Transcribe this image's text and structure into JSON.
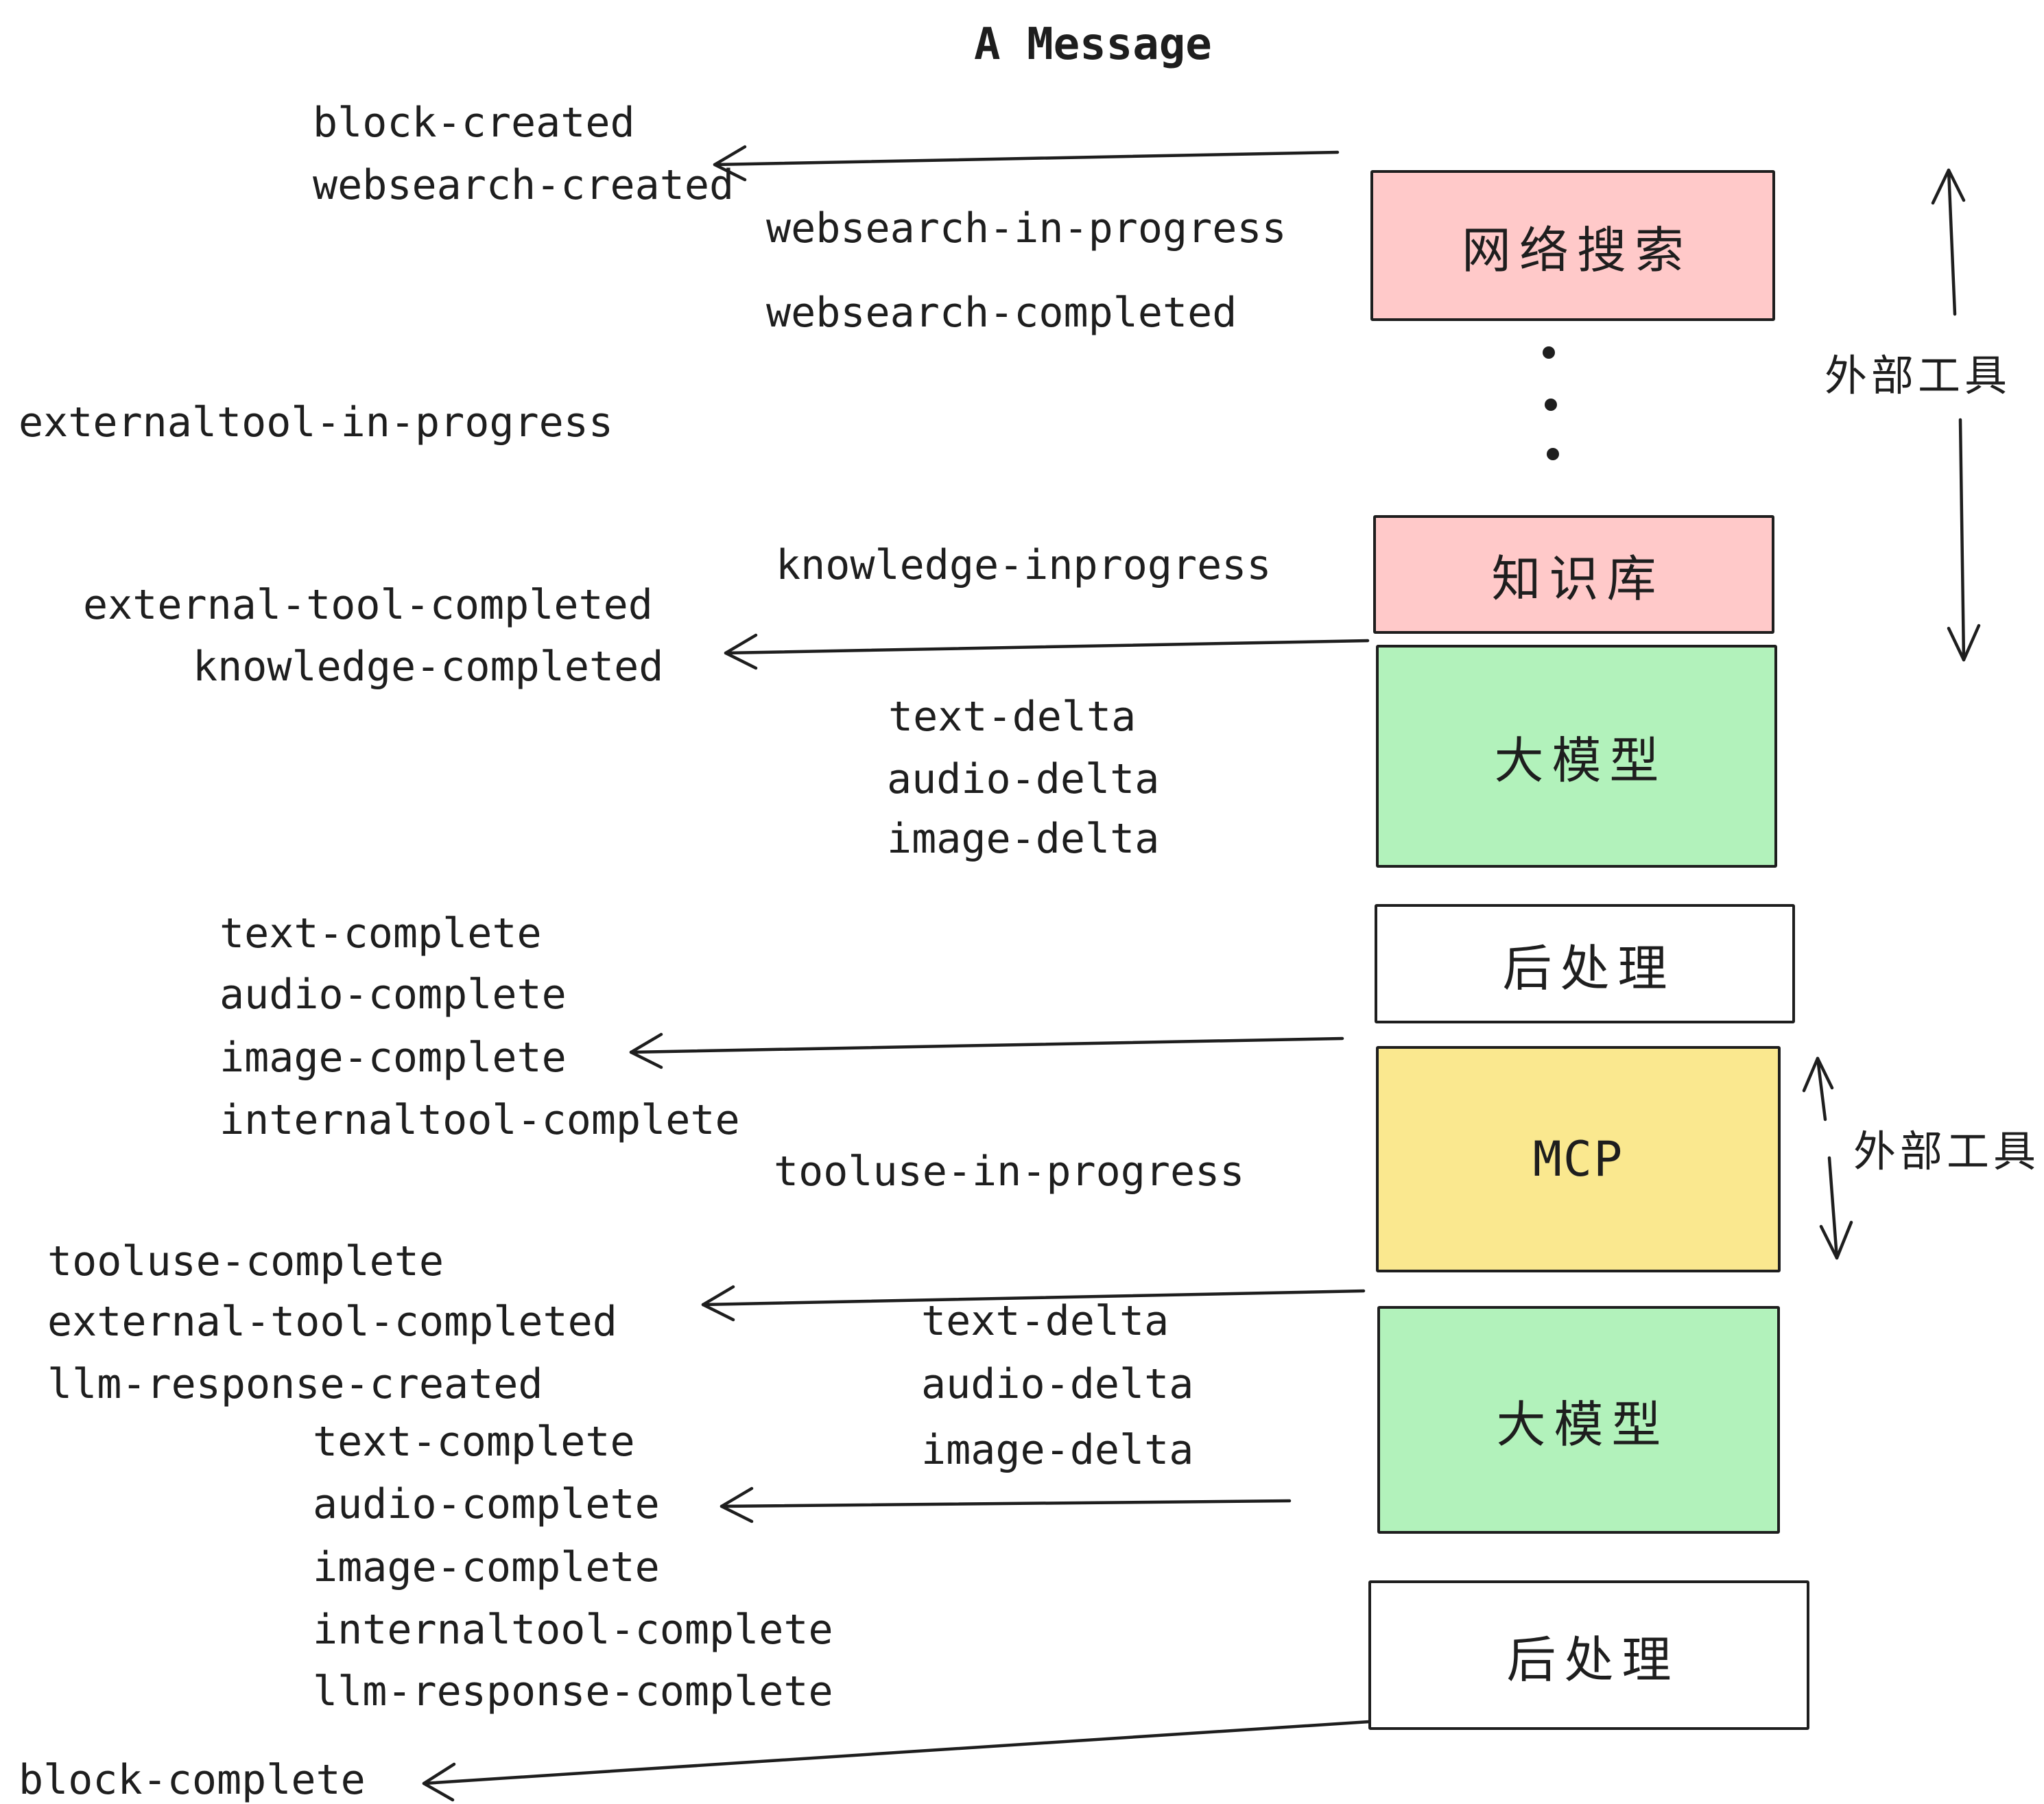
{
  "title": "A Message",
  "events": [
    {
      "text": "block-created"
    },
    {
      "text": "websearch-created"
    },
    {
      "text": "websearch-in-progress"
    },
    {
      "text": "websearch-completed"
    },
    {
      "text": "externaltool-in-progress"
    },
    {
      "text": "knowledge-inprogress"
    },
    {
      "text": "external-tool-completed"
    },
    {
      "text": "knowledge-completed"
    },
    {
      "text": "text-delta"
    },
    {
      "text": "audio-delta"
    },
    {
      "text": "image-delta"
    },
    {
      "text": "text-complete"
    },
    {
      "text": "audio-complete"
    },
    {
      "text": "image-complete"
    },
    {
      "text": "internaltool-complete"
    },
    {
      "text": "tooluse-in-progress"
    },
    {
      "text": "tooluse-complete"
    },
    {
      "text": "external-tool-completed"
    },
    {
      "text": "llm-response-created"
    },
    {
      "text": "text-complete"
    },
    {
      "text": "audio-complete"
    },
    {
      "text": "image-complete"
    },
    {
      "text": "internaltool-complete"
    },
    {
      "text": "llm-response-complete"
    },
    {
      "text": "block-complete"
    },
    {
      "text": "text-delta"
    },
    {
      "text": "audio-delta"
    },
    {
      "text": "image-delta"
    }
  ],
  "nodes": {
    "websearch": {
      "label": "网络搜索",
      "color": "#ffc9c9"
    },
    "knowledge": {
      "label": "知识库",
      "color": "#ffc9c9"
    },
    "llm1": {
      "label": "大模型",
      "color": "#b2f2bb"
    },
    "post1": {
      "label": "后处理",
      "color": "#ffffff"
    },
    "mcp": {
      "label": "MCP",
      "color": "#fae88f"
    },
    "llm2": {
      "label": "大模型",
      "color": "#b2f2bb"
    },
    "post2": {
      "label": "后处理",
      "color": "#ffffff"
    }
  },
  "annotations": {
    "external_tools_top": "外部工具",
    "external_tools_mcp": "外部工具"
  },
  "colors": {
    "ink": "#1e1e1e",
    "pink": "#ffc9c9",
    "green": "#b2f2bb",
    "yellow": "#fae88f",
    "white": "#ffffff"
  }
}
